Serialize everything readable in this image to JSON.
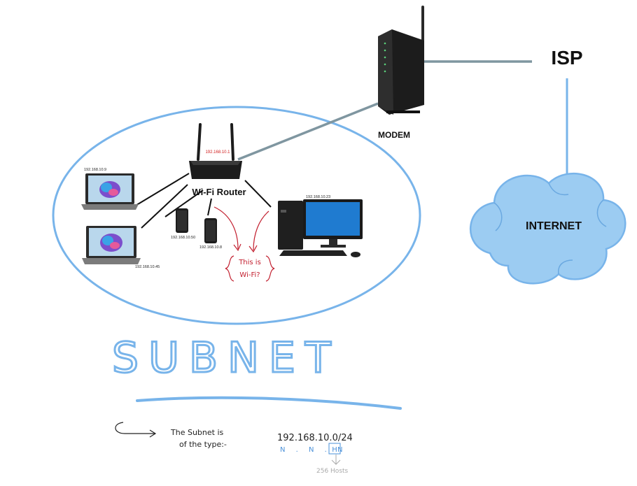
{
  "labels": {
    "isp": "ISP",
    "modem": "MODEM",
    "internet": "INTERNET",
    "router": "Wi-Fi Router",
    "router_ip": "192.168.10.1",
    "subnet_title": "SUBNET"
  },
  "devices": {
    "laptop_top_ip": "192.168.10.9",
    "laptop_bottom_ip": "192.168.10.45",
    "phone_left_ip": "192.168.10.50",
    "phone_right_ip": "192.168.10.8",
    "desktop_ip": "192.168.10.23"
  },
  "annotations": {
    "wifi_line1": "This is",
    "wifi_line2": "Wi-Fi?",
    "note_line1": "The Subnet is",
    "note_line2": "of the type:-",
    "subnet_value": "192.168.10.0/24",
    "pattern": "N . N . N",
    "host_mark": "H",
    "hosts_note": "256 Hosts"
  },
  "colors": {
    "accent_blue": "#78b4ea",
    "link_gray": "#7f96a0",
    "cloud_fill": "#9cccf2",
    "ink_red": "#c21e2e",
    "device_dark": "#1c1c1c"
  }
}
